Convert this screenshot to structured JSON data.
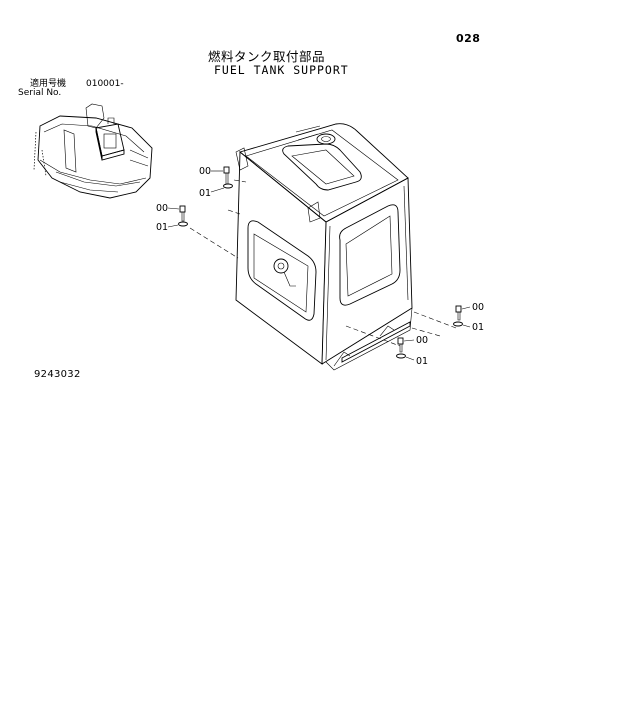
{
  "page_number": "028",
  "title_jp": "燃料タンク取付部品",
  "title_en": "FUEL TANK SUPPORT",
  "serial_label_jp": "適用号機",
  "serial_range": "010001-",
  "serial_label_en": "Serial No.",
  "figure_code": "9243032",
  "callouts": {
    "bolt_upper_left": "00",
    "washer_upper_left": "01",
    "bolt_mid_left": "00",
    "washer_mid_left": "01",
    "bolt_right": "00",
    "washer_right": "01",
    "bolt_bottom": "00",
    "washer_bottom": "01"
  }
}
